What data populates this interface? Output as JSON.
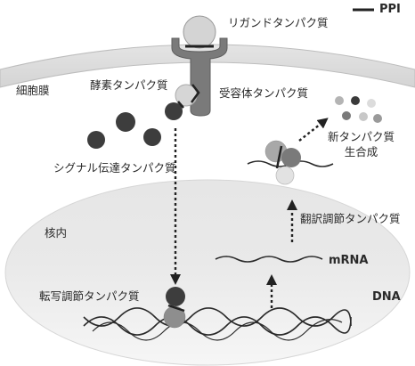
{
  "legend": {
    "ppi": "PPI"
  },
  "labels": {
    "ligand": "リガンドタンパク質",
    "membrane": "細胞膜",
    "enzyme": "酵素タンパク質",
    "receptor": "受容体タンパク質",
    "new_protein_line1": "新タンパク質",
    "new_protein_line2": "生合成",
    "signal": "シグナル伝達タンパク質",
    "nucleus": "核内",
    "translation": "翻訳調節タンパク質",
    "mrna": "mRNA",
    "transcription": "転写調節タンパク質",
    "dna": "DNA"
  }
}
